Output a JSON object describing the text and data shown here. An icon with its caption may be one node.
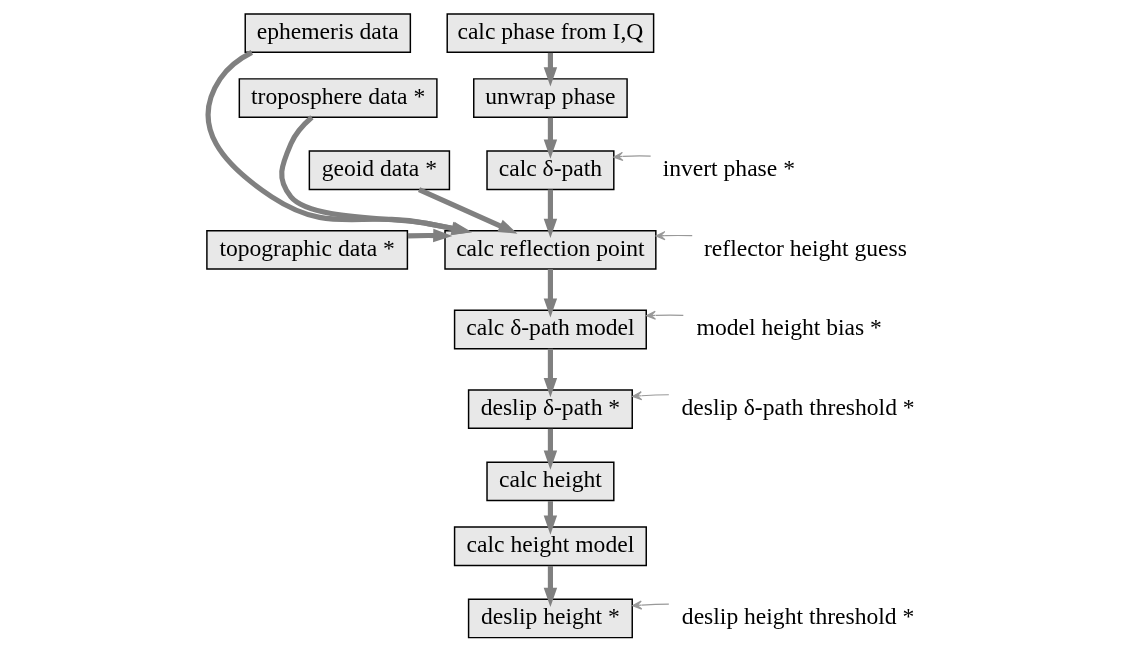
{
  "diagram": {
    "nodes": [
      {
        "text": [
          "calc phase from I,Q"
        ]
      },
      {
        "text": [
          "unwrap phase"
        ]
      },
      {
        "text": [
          "calc δ-path"
        ]
      },
      {
        "text": [
          "calc reflection point"
        ]
      },
      {
        "text": [
          "calc δ-path model"
        ]
      },
      {
        "text": [
          "deslip δ-path *"
        ]
      },
      {
        "text": [
          "calc height"
        ]
      },
      {
        "text": [
          "calc height model"
        ]
      },
      {
        "text": [
          "deslip height *"
        ]
      },
      {
        "text": [
          "ephemeris data"
        ]
      },
      {
        "text": [
          "troposphere data *"
        ]
      },
      {
        "text": [
          "geoid data *"
        ]
      },
      {
        "text": [
          "topographic data *"
        ]
      },
      {
        "text": [
          "invert phase *"
        ]
      },
      {
        "text": [
          "reflector height guess"
        ]
      },
      {
        "text": [
          "model height bias *"
        ]
      },
      {
        "text": [
          "deslip δ-path threshold *"
        ]
      },
      {
        "text": [
          "deslip height threshold *"
        ]
      }
    ],
    "edges": [
      {
        "from": 0,
        "to": 1,
        "arrow": "to"
      },
      {
        "from": 1,
        "to": 2,
        "arrow": "to"
      },
      {
        "from": 2,
        "to": 3,
        "arrow": "to"
      },
      {
        "from": 3,
        "to": 4,
        "arrow": "to"
      },
      {
        "from": 4,
        "to": 5,
        "arrow": "to"
      },
      {
        "from": 5,
        "to": 6,
        "arrow": "to"
      },
      {
        "from": 6,
        "to": 7,
        "arrow": "to"
      },
      {
        "from": 7,
        "to": 8,
        "arrow": "to"
      },
      {
        "from": 9,
        "to": 3,
        "arrow": "to"
      },
      {
        "from": 10,
        "to": 3,
        "arrow": "to"
      },
      {
        "from": 11,
        "to": 3,
        "arrow": "to"
      },
      {
        "from": 12,
        "to": 3,
        "arrow": "to"
      },
      {
        "from": 13,
        "to": 2,
        "arrow": "to",
        "color": "#999999"
      },
      {
        "from": 14,
        "to": 3,
        "arrow": "to",
        "color": "#999999"
      },
      {
        "from": 15,
        "to": 4,
        "arrow": "to",
        "color": "#999999"
      },
      {
        "from": 16,
        "to": 5,
        "arrow": "to",
        "color": "#999999"
      },
      {
        "from": 17,
        "to": 8,
        "arrow": "to",
        "color": "#999999"
      }
    ]
  }
}
